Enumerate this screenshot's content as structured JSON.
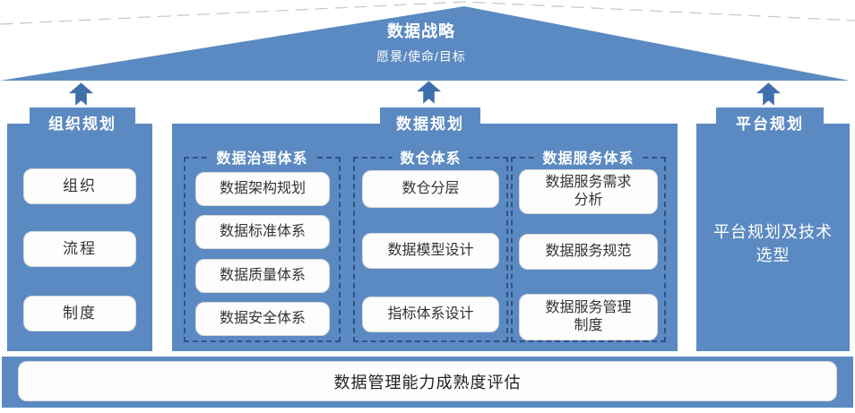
{
  "roof": {
    "title": "数据战略",
    "subtitle": "愿景/使命/目标"
  },
  "columns": [
    {
      "tab": "组织规划",
      "items": [
        "组织",
        "流程",
        "制度"
      ]
    },
    {
      "tab": "数据规划",
      "groups": [
        {
          "header": "数据治理体系",
          "items": [
            "数据架构规划",
            "数据标准体系",
            "数据质量体系",
            "数据安全体系"
          ]
        },
        {
          "header": "数仓体系",
          "items": [
            "数仓分层",
            "数据模型设计",
            "指标体系设计"
          ]
        },
        {
          "header": "数据服务体系",
          "items": [
            "数据服务需求分析",
            "数据服务规范",
            "数据服务管理制度"
          ]
        }
      ]
    },
    {
      "tab": "平台规划",
      "body": "平台规划及技术选型"
    }
  ],
  "footer": {
    "label": "数据管理能力成熟度评估"
  },
  "icons": {
    "arrow_up": "arrow-up-icon"
  },
  "colors": {
    "panel_blue": "#5b8ac2",
    "arrow_blue": "#3e6fad",
    "dash_blue": "#2d5288",
    "box_border": "#d9d9d9",
    "box_text": "#333333"
  }
}
